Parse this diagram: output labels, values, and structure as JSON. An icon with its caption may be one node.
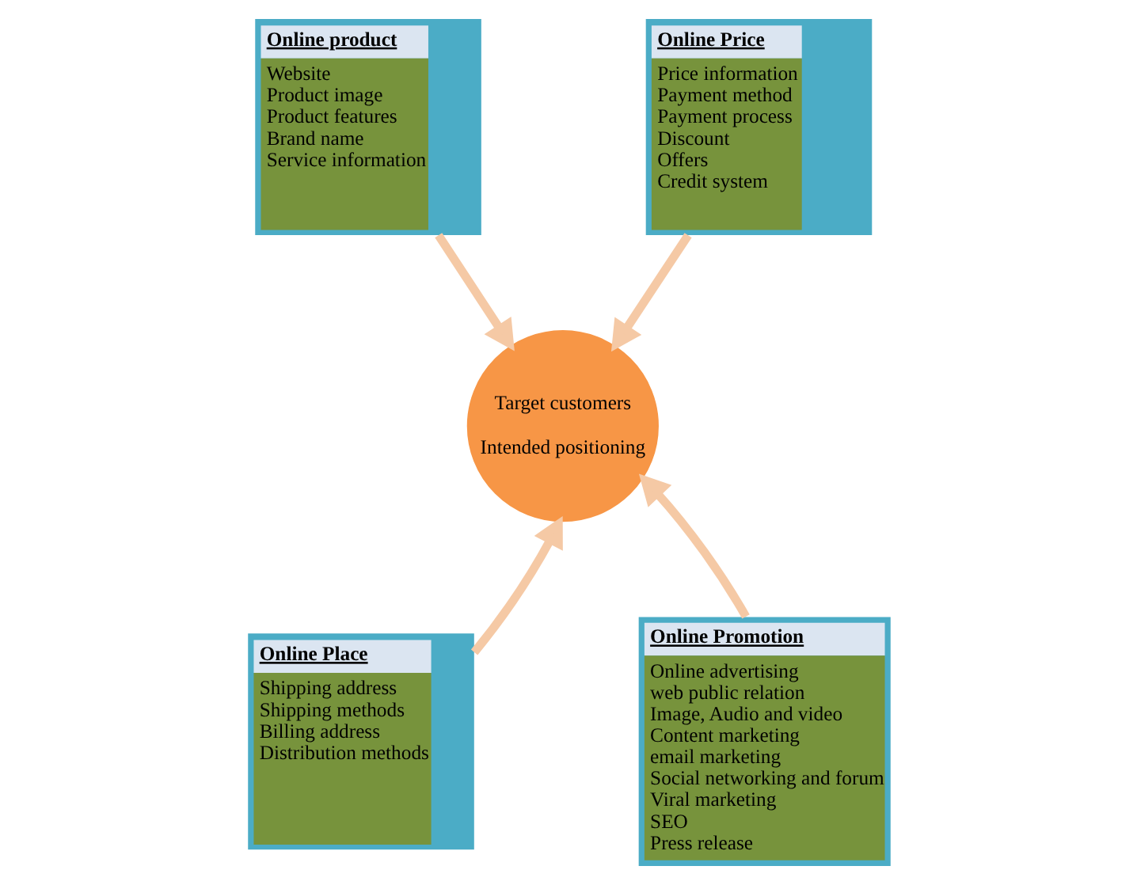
{
  "diagram": {
    "nodes": [
      {
        "text": [
          "Online product",
          "Website",
          "Product image",
          "Product features",
          "Brand name",
          "Service information"
        ]
      },
      {
        "text": [
          "Online Price",
          "Price information",
          "Payment method",
          "Payment process",
          "Discount",
          "Offers",
          "Credit system"
        ]
      },
      {
        "text": [
          "Target customers",
          "Intended positioning"
        ]
      },
      {
        "text": [
          "Online Place",
          "Shipping address",
          "Shipping methods",
          "Billing address",
          "Distribution methods"
        ]
      },
      {
        "text": [
          "Online Promotion",
          "Online advertising",
          "web public relation",
          "Image, Audio and video",
          "Content marketing",
          "email marketing",
          "Social networking and forum",
          "Viral marketing",
          "SEO",
          "Press release"
        ]
      }
    ],
    "edges": [
      {
        "from": 0,
        "to": 2,
        "arrow": "to"
      },
      {
        "from": 1,
        "to": 2,
        "arrow": "to"
      },
      {
        "from": 3,
        "to": 2,
        "arrow": "to"
      },
      {
        "from": 4,
        "to": 2,
        "arrow": "to"
      }
    ]
  }
}
